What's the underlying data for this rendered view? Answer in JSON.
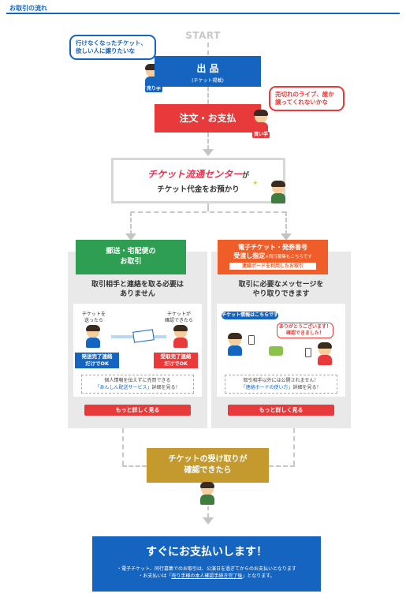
{
  "header": {
    "title": "お取引の流れ"
  },
  "start_label": "START",
  "seller_bubble": {
    "line1": "行けなくなったチケット、",
    "line2": "欲しい人に譲りたいな"
  },
  "seller_tag": "売り手",
  "listing": {
    "title": "出 品",
    "sub": "(チケット掲載)"
  },
  "buyer_bubble": {
    "line1": "売切れのライブ、誰か",
    "line2": "譲ってくれないかな"
  },
  "buyer_tag": "買い手",
  "order": {
    "title": "注文・お支払"
  },
  "center": {
    "brand": "チケット流通センター",
    "suffix": "が",
    "line2": "チケット代金をお預かり"
  },
  "left_col": {
    "head1": "郵送・宅配便の",
    "head2": "お取引",
    "text1": "取引相手と連絡を取る必要は",
    "text2": "ありません",
    "seller_caption1": "チケットを",
    "seller_caption2": "送ったら",
    "buyer_caption1": "チケットが",
    "buyer_caption2": "確認できたら",
    "badge_left1": "発送完了連絡",
    "badge_left2": "だけでOK",
    "badge_right1": "受取完了連絡",
    "badge_right2": "だけでOK",
    "note1": "個人情報を伝えずに売買できる",
    "note_link": "「あんしん配送サービス」",
    "note_tail": "詳細を見る！",
    "more": "もっと詳しく見る"
  },
  "right_col": {
    "head1": "電子チケット・発券番号",
    "head2": "受渡し指定",
    "head2_small": "※同行募集もこちらです",
    "board": "連絡ボードを利用したお取引",
    "text1": "取引に必要なメッセージを",
    "text2": "やり取りできます",
    "msg_left": "チケット情報はこちらです",
    "msg_right1": "ありがとうございます！",
    "msg_right2": "確認できました！",
    "note1": "取引相手以外には公開されません！",
    "note_link": "「連絡ボードの使い方」",
    "note_tail": "詳細を見る！",
    "more": "もっと詳しく見る"
  },
  "receipt": {
    "line1": "チケットの受け取りが",
    "line2": "確認できたら"
  },
  "final": {
    "title": "すぐにお支払いします！",
    "note1": "・電子チケット、同行募集でのお取引は、公演日を過ぎてからのお支払いとなります",
    "note2_pre": "・お支払いは「",
    "note2_link": "売り手様の本人確認手続き完了後",
    "note2_post": "」となります。"
  },
  "colors": {
    "blue": "#1565c0",
    "red": "#e83a3a",
    "green": "#2e9e53",
    "orange": "#ef5e28",
    "gold": "#c49a2e",
    "pink": "#e8334f"
  }
}
